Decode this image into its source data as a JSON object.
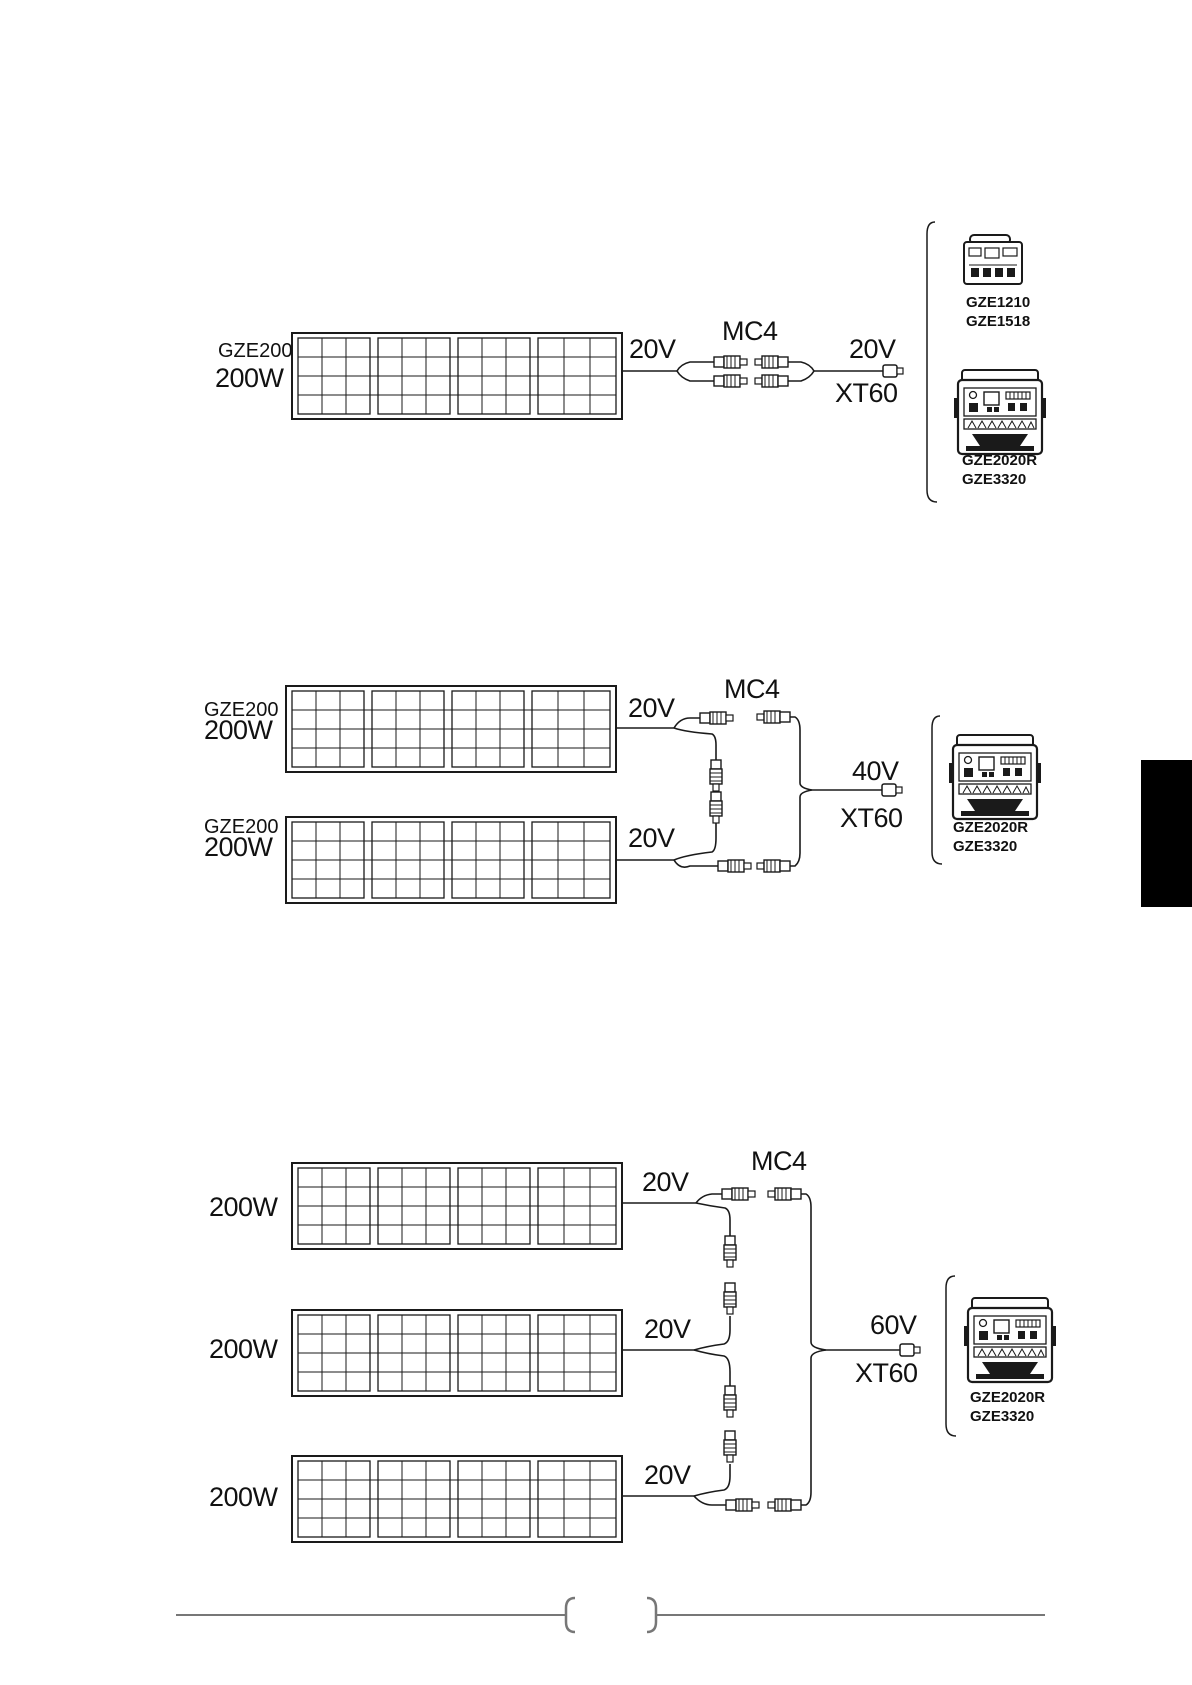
{
  "diagrams": [
    {
      "panels": [
        {
          "model": "GZE200",
          "power": "200W",
          "voltage": "20V"
        }
      ],
      "connector": "MC4",
      "output": {
        "voltage": "20V",
        "plug": "XT60"
      },
      "stations": [
        {
          "name_line1": "GZE1210",
          "name_line2": "GZE1518"
        },
        {
          "name_line1": "GZE2020R",
          "name_line2": "GZE3320"
        }
      ]
    },
    {
      "panels": [
        {
          "model": "GZE200",
          "power": "200W",
          "voltage": "20V"
        },
        {
          "model": "GZE200",
          "power": "200W",
          "voltage": "20V"
        }
      ],
      "connector": "MC4",
      "output": {
        "voltage": "40V",
        "plug": "XT60"
      },
      "stations": [
        {
          "name_line1": "GZE2020R",
          "name_line2": "GZE3320"
        }
      ]
    },
    {
      "panels": [
        {
          "power": "200W",
          "voltage": "20V"
        },
        {
          "power": "200W",
          "voltage": "20V"
        },
        {
          "power": "200W",
          "voltage": "20V"
        }
      ],
      "connector": "MC4",
      "output": {
        "voltage": "60V",
        "plug": "XT60"
      },
      "stations": [
        {
          "name_line1": "GZE2020R",
          "name_line2": "GZE3320"
        }
      ]
    }
  ],
  "icons": [
    "solar-panel-icon",
    "mc4-connector-icon",
    "xt60-plug-icon",
    "power-station-icon"
  ],
  "colors": {
    "line": "#1a1a1a",
    "tab": "#000000",
    "footer_rule": "#777777"
  }
}
